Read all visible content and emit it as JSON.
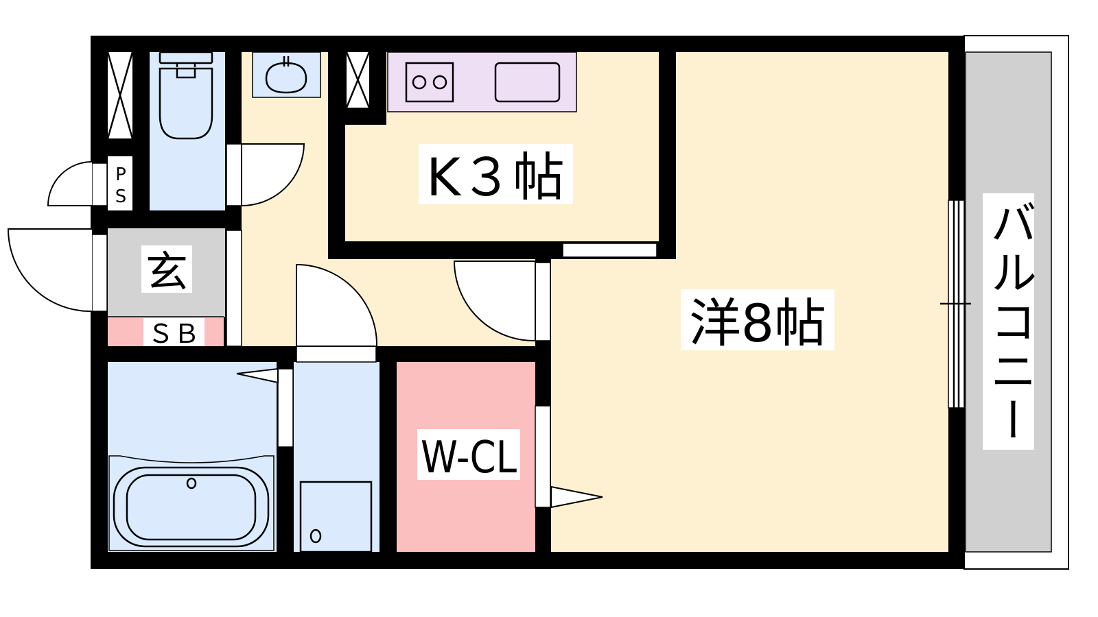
{
  "plan": {
    "rooms": {
      "kitchen": "K３帖",
      "western_room": "洋8帖",
      "walk_in_closet": "W-CL",
      "balcony": "バルコニー",
      "entrance": "玄",
      "shoe_box": "ＳＢ",
      "pipe_space_p": "P",
      "pipe_space_s": "S"
    },
    "colors": {
      "wall": "#000000",
      "living": "#fef1d2",
      "water": "#dbebfd",
      "closet": "#fcbfbf",
      "kitchen_counter": "#eedff5",
      "entrance": "#d3d3d3",
      "balcony": "#d0d0d0"
    }
  }
}
